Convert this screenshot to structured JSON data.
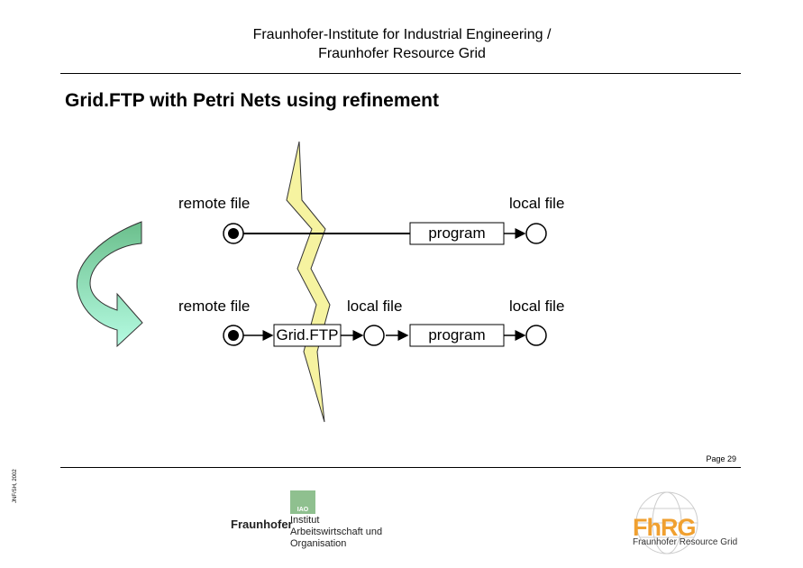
{
  "header": {
    "line1": "Fraunhofer-Institute for Industrial Engineering /",
    "line2": "Fraunhofer Resource Grid"
  },
  "title": "Grid.FTP with Petri Nets using refinement",
  "net1": {
    "remote_label": "remote file",
    "local_label": "local file",
    "transition_label": "program"
  },
  "net2": {
    "remote_label": "remote file",
    "local_label_mid": "local file",
    "local_label_right": "local file",
    "transition1_label": "Grid.FTP",
    "transition2_label": "program"
  },
  "footer": {
    "page": "Page 29",
    "vertical_text": "JNF/SH, 2002",
    "iao": {
      "badge": "IAO",
      "fraunhofer": "Fraunhofer",
      "line1": "Institut",
      "line2": "Arbeitswirtschaft und",
      "line3": "Organisation"
    },
    "fhrg": {
      "logo": "FhRG",
      "subtitle": "Fraunhofer Resource Grid"
    }
  },
  "colors": {
    "lightning_fill": "#f6f3a0",
    "arrow_top": "#7fc89a",
    "arrow_bottom": "#a8f5d8"
  }
}
